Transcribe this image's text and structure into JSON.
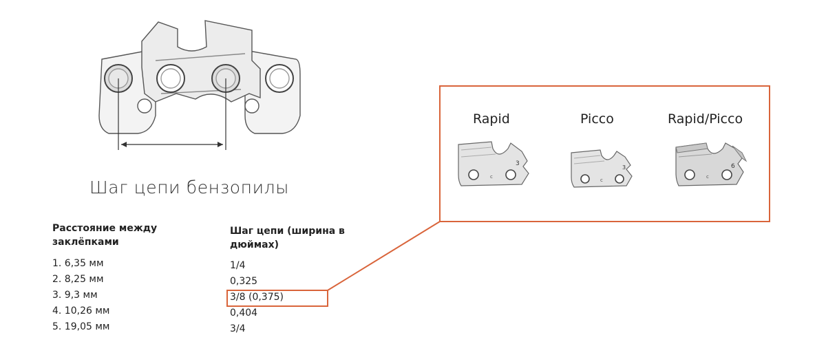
{
  "title": "Шаг цепи бензопилы",
  "columns": {
    "rivet_distance_header": "Расстояние между заклёпками",
    "pitch_header": "Шаг цепи (ширина в дюймах)"
  },
  "rows": [
    {
      "distance": "1. 6,35 мм",
      "pitch": "1/4"
    },
    {
      "distance": "2. 8,25 мм",
      "pitch": "0,325"
    },
    {
      "distance": "3. 9,3 мм",
      "pitch": "3/8 (0,375)"
    },
    {
      "distance": "4. 10,26 мм",
      "pitch": "0,404"
    },
    {
      "distance": "5. 19,05 мм",
      "pitch": "3/4"
    }
  ],
  "chain_types": [
    {
      "label": "Rapid",
      "mark": "3"
    },
    {
      "label": "Picco",
      "mark": "3"
    },
    {
      "label": "Rapid/Picco",
      "mark": "6"
    }
  ],
  "colors": {
    "accent": "#d9643a",
    "line": "#555555",
    "rivet": "#dddddd"
  },
  "highlighted_row": 2
}
